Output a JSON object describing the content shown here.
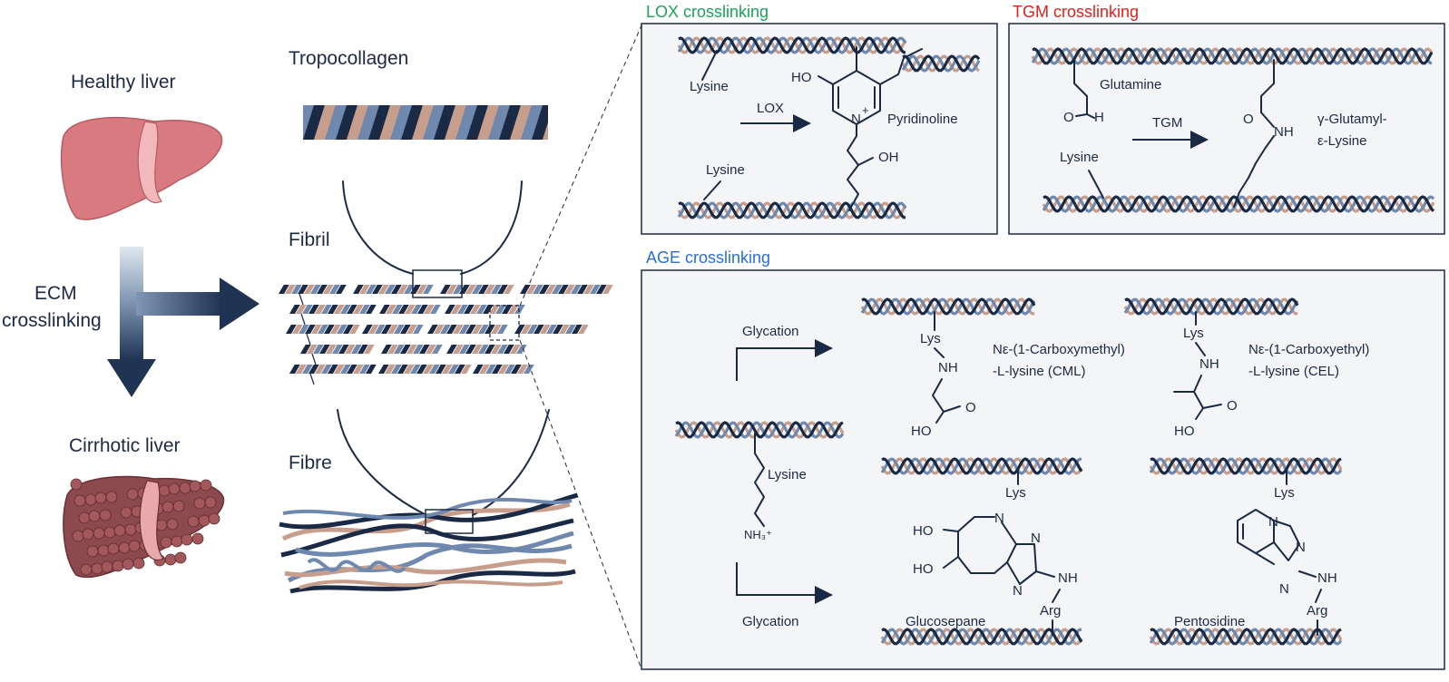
{
  "colors": {
    "navy": "#1b2a44",
    "slate": "#6f88ad",
    "tan": "#c79d8c",
    "panel_bg": "#f4f5f7",
    "lox_title": "#1aa35a",
    "tgm_title": "#e0201b",
    "age_title": "#2a6fd6",
    "liver_healthy": "#d97a80",
    "liver_cirrhotic": "#8d4a4e"
  },
  "left": {
    "healthy_label": "Healthy liver",
    "ecm_line1": "ECM",
    "ecm_line2": "crosslinking",
    "cirrhotic_label": "Cirrhotic liver"
  },
  "hierarchy": {
    "tropocollagen": "Tropocollagen",
    "fibril": "Fibril",
    "fibre": "Fibre"
  },
  "lox": {
    "title": "LOX crosslinking",
    "lysine_top": "Lysine",
    "lysine_bottom": "Lysine",
    "enzyme": "LOX",
    "ho": "HO",
    "n": "N",
    "plus": "+",
    "oh": "OH",
    "product": "Pyridinoline"
  },
  "tgm": {
    "title": "TGM crosslinking",
    "glutamine": "Glutamine",
    "o": "O",
    "h": "H",
    "enzyme": "TGM",
    "lysine": "Lysine",
    "o2": "O",
    "nh": "NH",
    "product_line1": "γ-Glutamyl-",
    "product_line2": "ε-Lysine"
  },
  "age": {
    "title": "AGE crosslinking",
    "glycation_top": "Glycation",
    "glycation_bottom": "Glycation",
    "lysine": "Lysine",
    "nh3": "NH₃⁺",
    "cml": {
      "lys": "Lys",
      "nh": "NH",
      "o": "O",
      "ho": "HO",
      "name_line1": "Nε-(1-Carboxymethyl)",
      "name_line2": "-L-lysine (CML)"
    },
    "cel": {
      "lys": "Lys",
      "nh": "NH",
      "o": "O",
      "ho": "HO",
      "name_line1": "Nε-(1-Carboxyethyl)",
      "name_line2": "-L-lysine (CEL)"
    },
    "glucosepane": {
      "lys": "Lys",
      "n1": "N",
      "n2": "N",
      "n3": "N",
      "ho1": "HO",
      "ho2": "HO",
      "nh": "NH",
      "arg": "Arg",
      "name": "Glucosepane"
    },
    "pentosidine": {
      "lys": "Lys",
      "n1": "N",
      "n2": "N",
      "n3": "N",
      "nh": "NH",
      "arg": "Arg",
      "name": "Pentosidine"
    }
  }
}
